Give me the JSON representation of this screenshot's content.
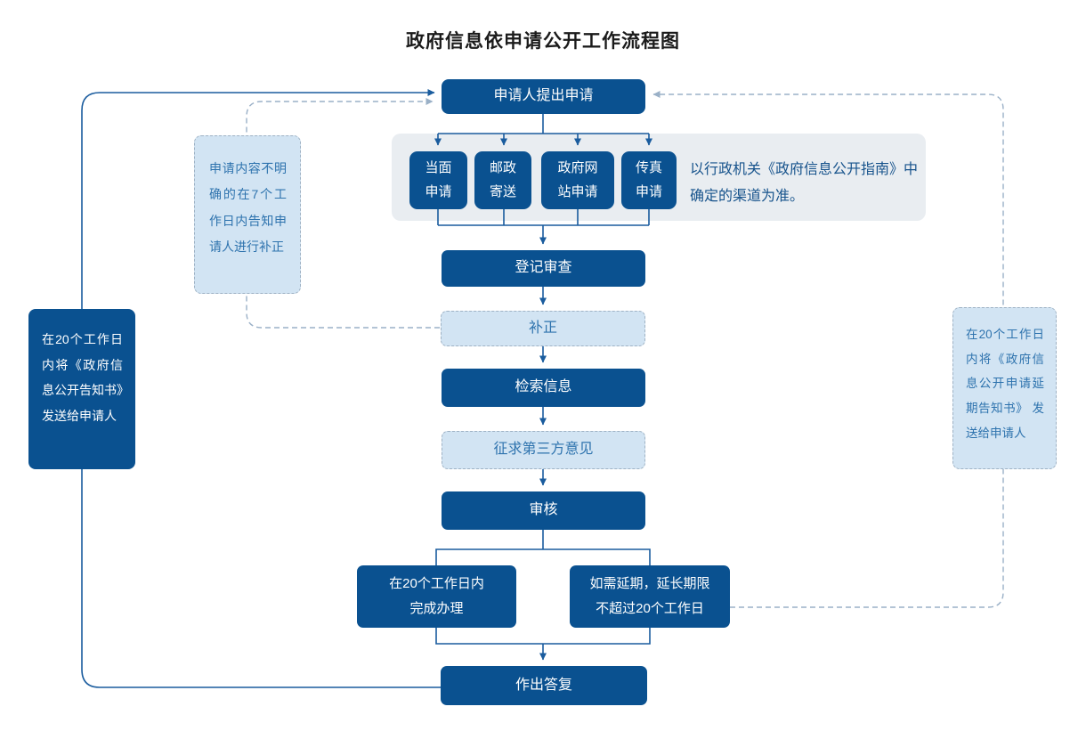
{
  "title": "政府信息依申请公开工作流程图",
  "nodes": {
    "apply": "申请人提出申请",
    "register": "登记审查",
    "supplement": "补正",
    "search": "检索信息",
    "third_party": "征求第三方意见",
    "review": "审核",
    "complete": "在20个工作日内\n完成办理",
    "extend": "如需延期，延长期限\n不超过20个工作日",
    "reply": "作出答复"
  },
  "channels": [
    "当面\n申请",
    "邮政\n寄送",
    "政府网\n站申请",
    "传真\n申请"
  ],
  "channel_note": "以行政机关《政府信息公开指南》中确定的渠道为准。",
  "side_notes": {
    "left_supplement": "申请内容不明确的在7个工作日内告知申请人进行补正",
    "left_notice": "在20个工作日内将《政府信息公开告知书》发送给申请人",
    "right_extension": "在20个工作日内将《政府信息公开申请延期告知书》 发送给申请人"
  },
  "colors": {
    "dark_box": "#0a5190",
    "light_box_fill": "#d2e4f3",
    "light_box_border": "#9fb2c4",
    "light_box_text": "#2e73ae",
    "panel_fill": "#e9edf1",
    "solid_line": "#1a5c9e",
    "dashed_line": "#9ab0c7",
    "annotation_text": "#17538c",
    "title_text": "#1b1b1b"
  }
}
